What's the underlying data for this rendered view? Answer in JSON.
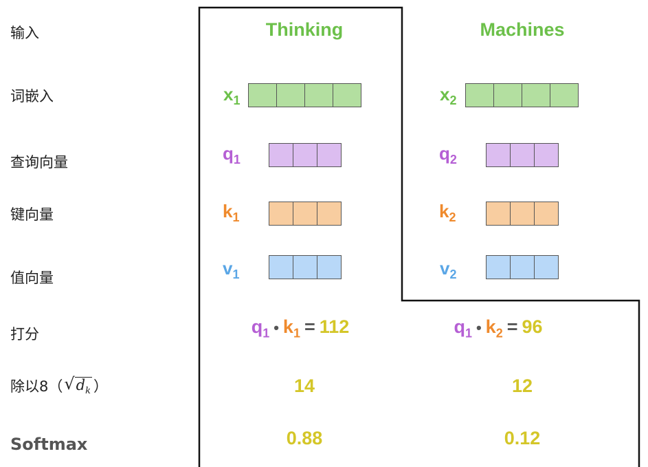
{
  "row_labels": {
    "input": "输入",
    "embedding": "词嵌入",
    "query": "查询向量",
    "key": "键向量",
    "value": "值向量",
    "score": "打分",
    "divide_prefix": "除以8（",
    "divide_sqrt_var": "d",
    "divide_sqrt_sub": "k",
    "divide_suffix": "）",
    "softmax": "Softmax"
  },
  "words": [
    {
      "title": "Thinking",
      "x_label": "x",
      "x_sub": "1",
      "q_label": "q",
      "q_sub": "1",
      "k_label": "k",
      "k_sub": "1",
      "v_label": "v",
      "v_sub": "1",
      "score": {
        "q": "q",
        "q_sub": "1",
        "dot": "•",
        "k": "k",
        "k_sub": "1",
        "eq": "=",
        "value": "112"
      },
      "divided": "14",
      "softmax": "0.88"
    },
    {
      "title": "Machines",
      "x_label": "x",
      "x_sub": "2",
      "q_label": "q",
      "q_sub": "2",
      "k_label": "k",
      "k_sub": "2",
      "v_label": "v",
      "v_sub": "2",
      "score": {
        "q": "q",
        "q_sub": "1",
        "dot": "•",
        "k": "k",
        "k_sub": "2",
        "eq": "=",
        "value": "96"
      },
      "divided": "12",
      "softmax": "0.12"
    }
  ],
  "colors": {
    "green": "#6cc04a",
    "green_fill": "#b3dfa0",
    "purple": "#b55fd4",
    "purple_fill": "#dcbdf0",
    "orange": "#ef8a2d",
    "orange_fill": "#f8cda0",
    "blue": "#5aa6e6",
    "blue_fill": "#b8d8f8",
    "yellow": "#d4c628",
    "text": "#222222",
    "softmax_label": "#555555"
  }
}
